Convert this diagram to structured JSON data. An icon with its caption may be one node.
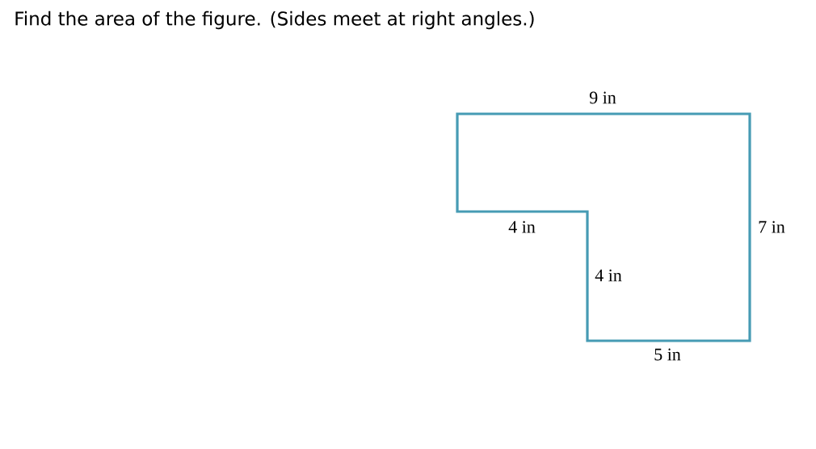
{
  "diagram": {
    "title": "Find the area of the figure. (Sides meet at right angles.)",
    "labels": [
      "9 in",
      "4 in",
      "7 in",
      "4 in",
      "5 in"
    ]
  }
}
